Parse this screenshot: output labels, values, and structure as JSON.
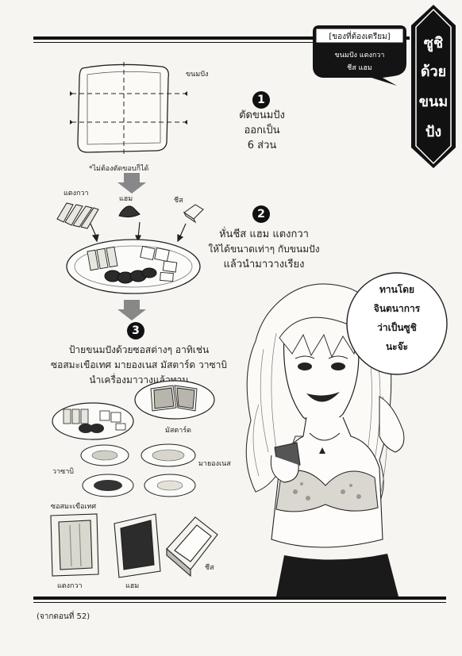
{
  "header": {
    "ingredients_title": "[ของที่ต้องเตรียม]",
    "ingredients_line1": "ขนมปัง แตงกวา",
    "ingredients_line2": "ชีส แฮม",
    "vertical_title": [
      "ซูชิ",
      "ด้วย",
      "ขนม",
      "ปัง"
    ]
  },
  "step1": {
    "number": "1",
    "label_bread": "ขนมปัง",
    "line1": "ตัดขนมปัง",
    "line2": "ออกเป็น",
    "line3": "6 ส่วน",
    "note": "*ไม่ต้องตัดขอบก็ได้"
  },
  "step2": {
    "number": "2",
    "label_cucumber": "แตงกวา",
    "label_ham": "แฮม",
    "label_cheese": "ชีส",
    "line1": "หั่นชีส แฮม แตงกวา",
    "line2": "ให้ได้ขนาดเท่าๆ กับขนมปัง",
    "line3": "แล้วนำมาวางเรียง"
  },
  "step3": {
    "number": "3",
    "line1": "ป้ายขนมปังด้วยซอสต่างๆ อาทิเช่น",
    "line2": "ซอสมะเขือเทศ มายองเนส มัสตาร์ด วาซาบิ",
    "line3": "นำเครื่องมาวางแล้วทาน",
    "label_mustard": "มัสตาร์ด",
    "label_wasabi": "วาซาบิ",
    "label_mayo": "มายองเนส",
    "label_ketchup": "ซอสมะเขือเทศ",
    "label_cucumber": "แตงกวา",
    "label_ham": "แฮม",
    "label_cheese": "ชีส"
  },
  "speech": {
    "line1": "ทานโดย",
    "line2": "จินตนาการ",
    "line3": "ว่าเป็นซูชิ",
    "line4": "นะจ๊ะ"
  },
  "footer": {
    "source": "(จากตอนที่ 52)"
  }
}
